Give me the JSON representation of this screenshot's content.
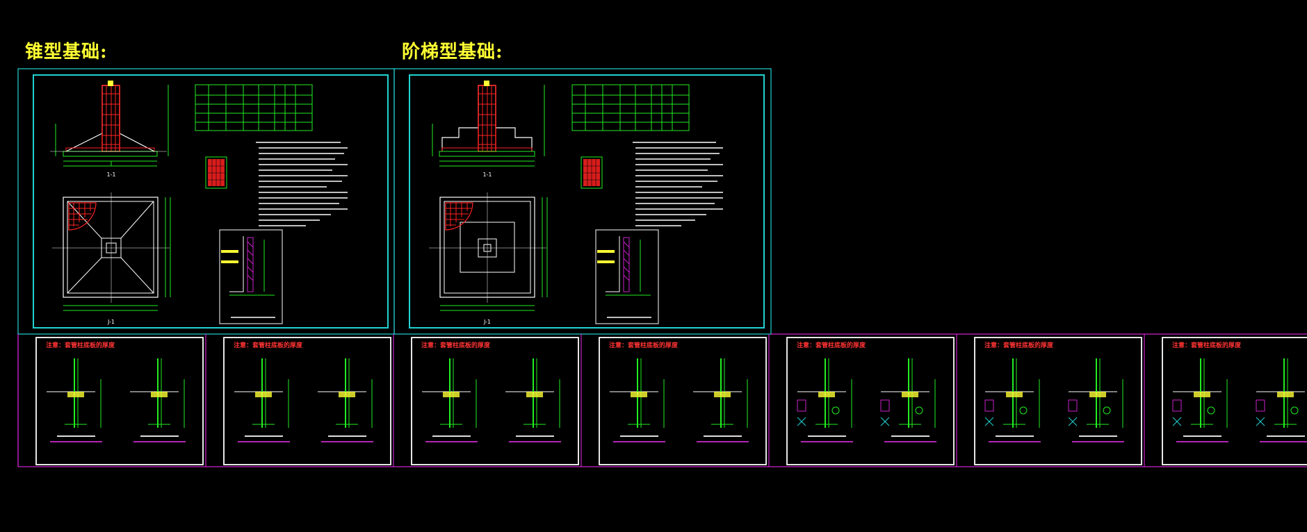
{
  "titles": {
    "cone_foundation": "锥型基础:",
    "stepped_foundation": "阶梯型基础:"
  },
  "detail_panels": {
    "note_text": "注意：套管柱底板的厚度",
    "count": 7
  },
  "colors": {
    "background": "#000000",
    "title": "#ffff33",
    "frame_cyan": "#22d3d3",
    "frame_magenta": "#cc22cc",
    "drawing_white": "#ffffff",
    "rebar_red": "#ff2222",
    "dim_green": "#22ee22",
    "note_red": "#ff3333",
    "caption_magenta": "#ee33ee"
  }
}
